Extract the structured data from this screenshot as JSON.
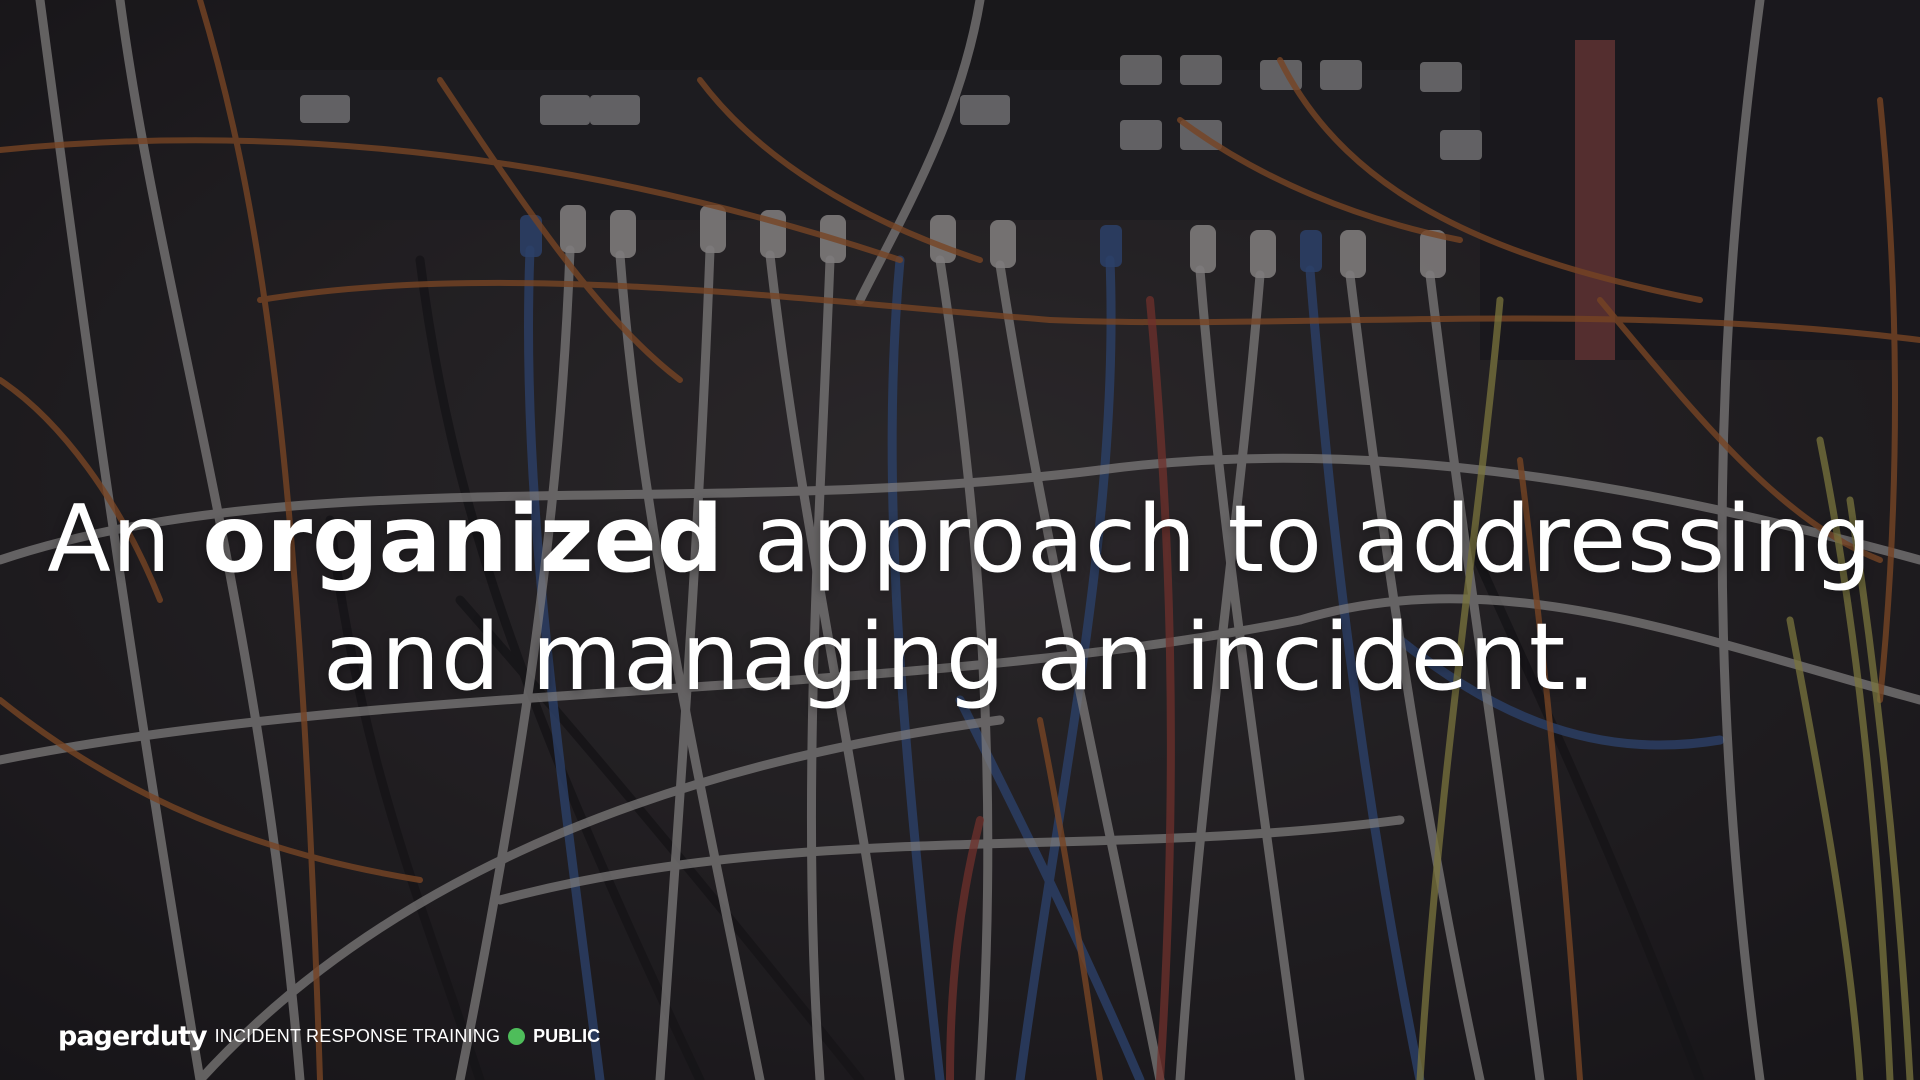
{
  "slide": {
    "headline": {
      "line1_pre": "An ",
      "line1_bold": "organized",
      "line1_post": " approach to addressing",
      "line2": "and managing an incident."
    },
    "background": {
      "subject": "tangled network cables in a server rack"
    }
  },
  "footer": {
    "logo": "pagerduty",
    "training": "INCIDENT RESPONSE TRAINING",
    "status_dot_color": "#4ebd5a",
    "classification": "PUBLIC"
  },
  "colors": {
    "text": "#ffffff",
    "overlay": "#18161a",
    "cable_orange": "#c46a2c",
    "cable_white": "#cfcfcf",
    "cable_blue": "#3c63a8",
    "cable_yellow": "#c9c25a"
  }
}
